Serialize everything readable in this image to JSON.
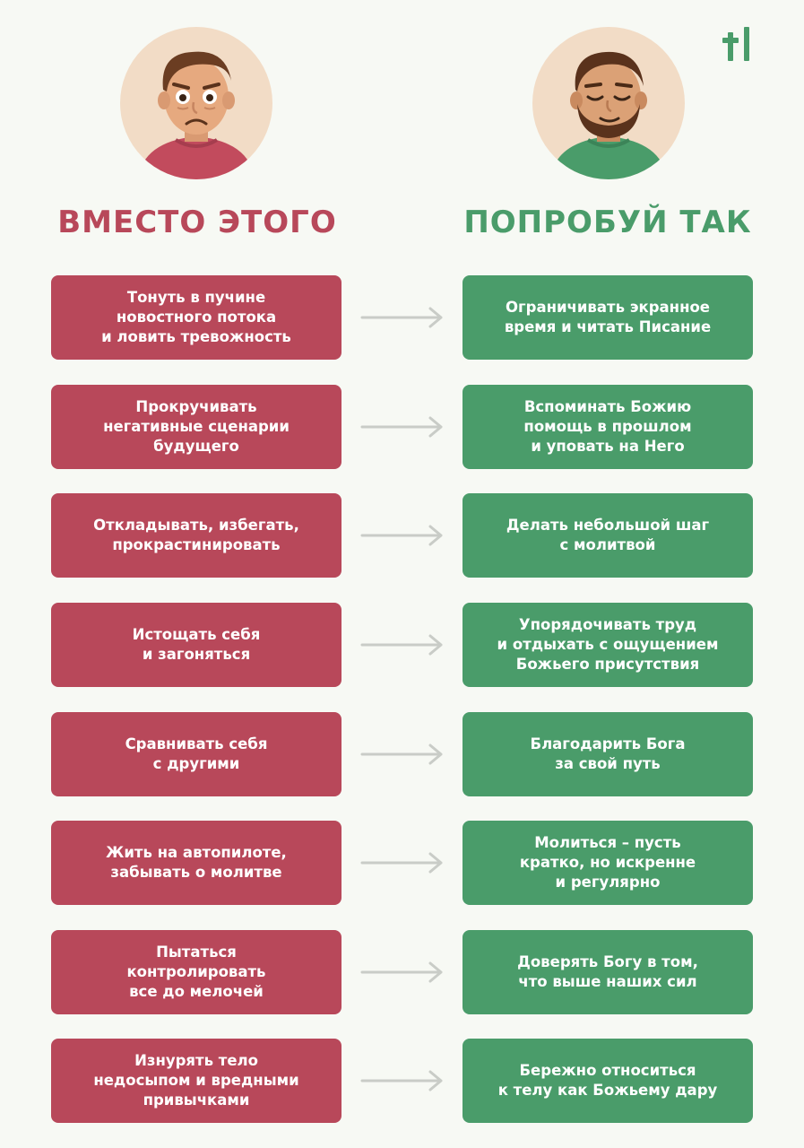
{
  "headings": {
    "left": "ВМЕСТО ЭТОГО",
    "right": "ПОПРОБУЙ ТАК"
  },
  "colors": {
    "bad": "#b8485a",
    "good": "#4a9c6a",
    "background": "#f7f9f4",
    "arrow": "#c9ccc7"
  },
  "icons": {
    "logo": "cross-logo-icon",
    "left_avatar": "anxious-man-avatar",
    "right_avatar": "calm-man-avatar",
    "arrow": "arrow-right-icon"
  },
  "rows": [
    {
      "bad": "Тонуть в пучине\nновостного потока\nи ловить тревожность",
      "good": "Ограничивать экранное\nвремя и читать Писание"
    },
    {
      "bad": "Прокручивать\nнегативные сценарии\nбудущего",
      "good": "Вспоминать Божию\nпомощь в прошлом\nи уповать на Него"
    },
    {
      "bad": "Откладывать, избегать,\nпрокрастинировать",
      "good": "Делать небольшой шаг\nс молитвой"
    },
    {
      "bad": "Истощать себя\nи загоняться",
      "good": "Упорядочивать труд\nи отдыхать с ощущением\nБожьего присутствия"
    },
    {
      "bad": "Сравнивать себя\nс другими",
      "good": "Благодарить Бога\nза свой путь"
    },
    {
      "bad": "Жить на автопилоте,\nзабывать о молитве",
      "good": "Молиться – пусть\nкратко, но искренне\nи регулярно"
    },
    {
      "bad": "Пытаться\nконтролировать\nвсе до мелочей",
      "good": "Доверять Богу в том,\nчто выше наших сил"
    },
    {
      "bad": "Изнурять тело\nнедосыпом и вредными\nпривычками",
      "good": "Бережно относиться\nк телу как Божьему дару"
    }
  ]
}
